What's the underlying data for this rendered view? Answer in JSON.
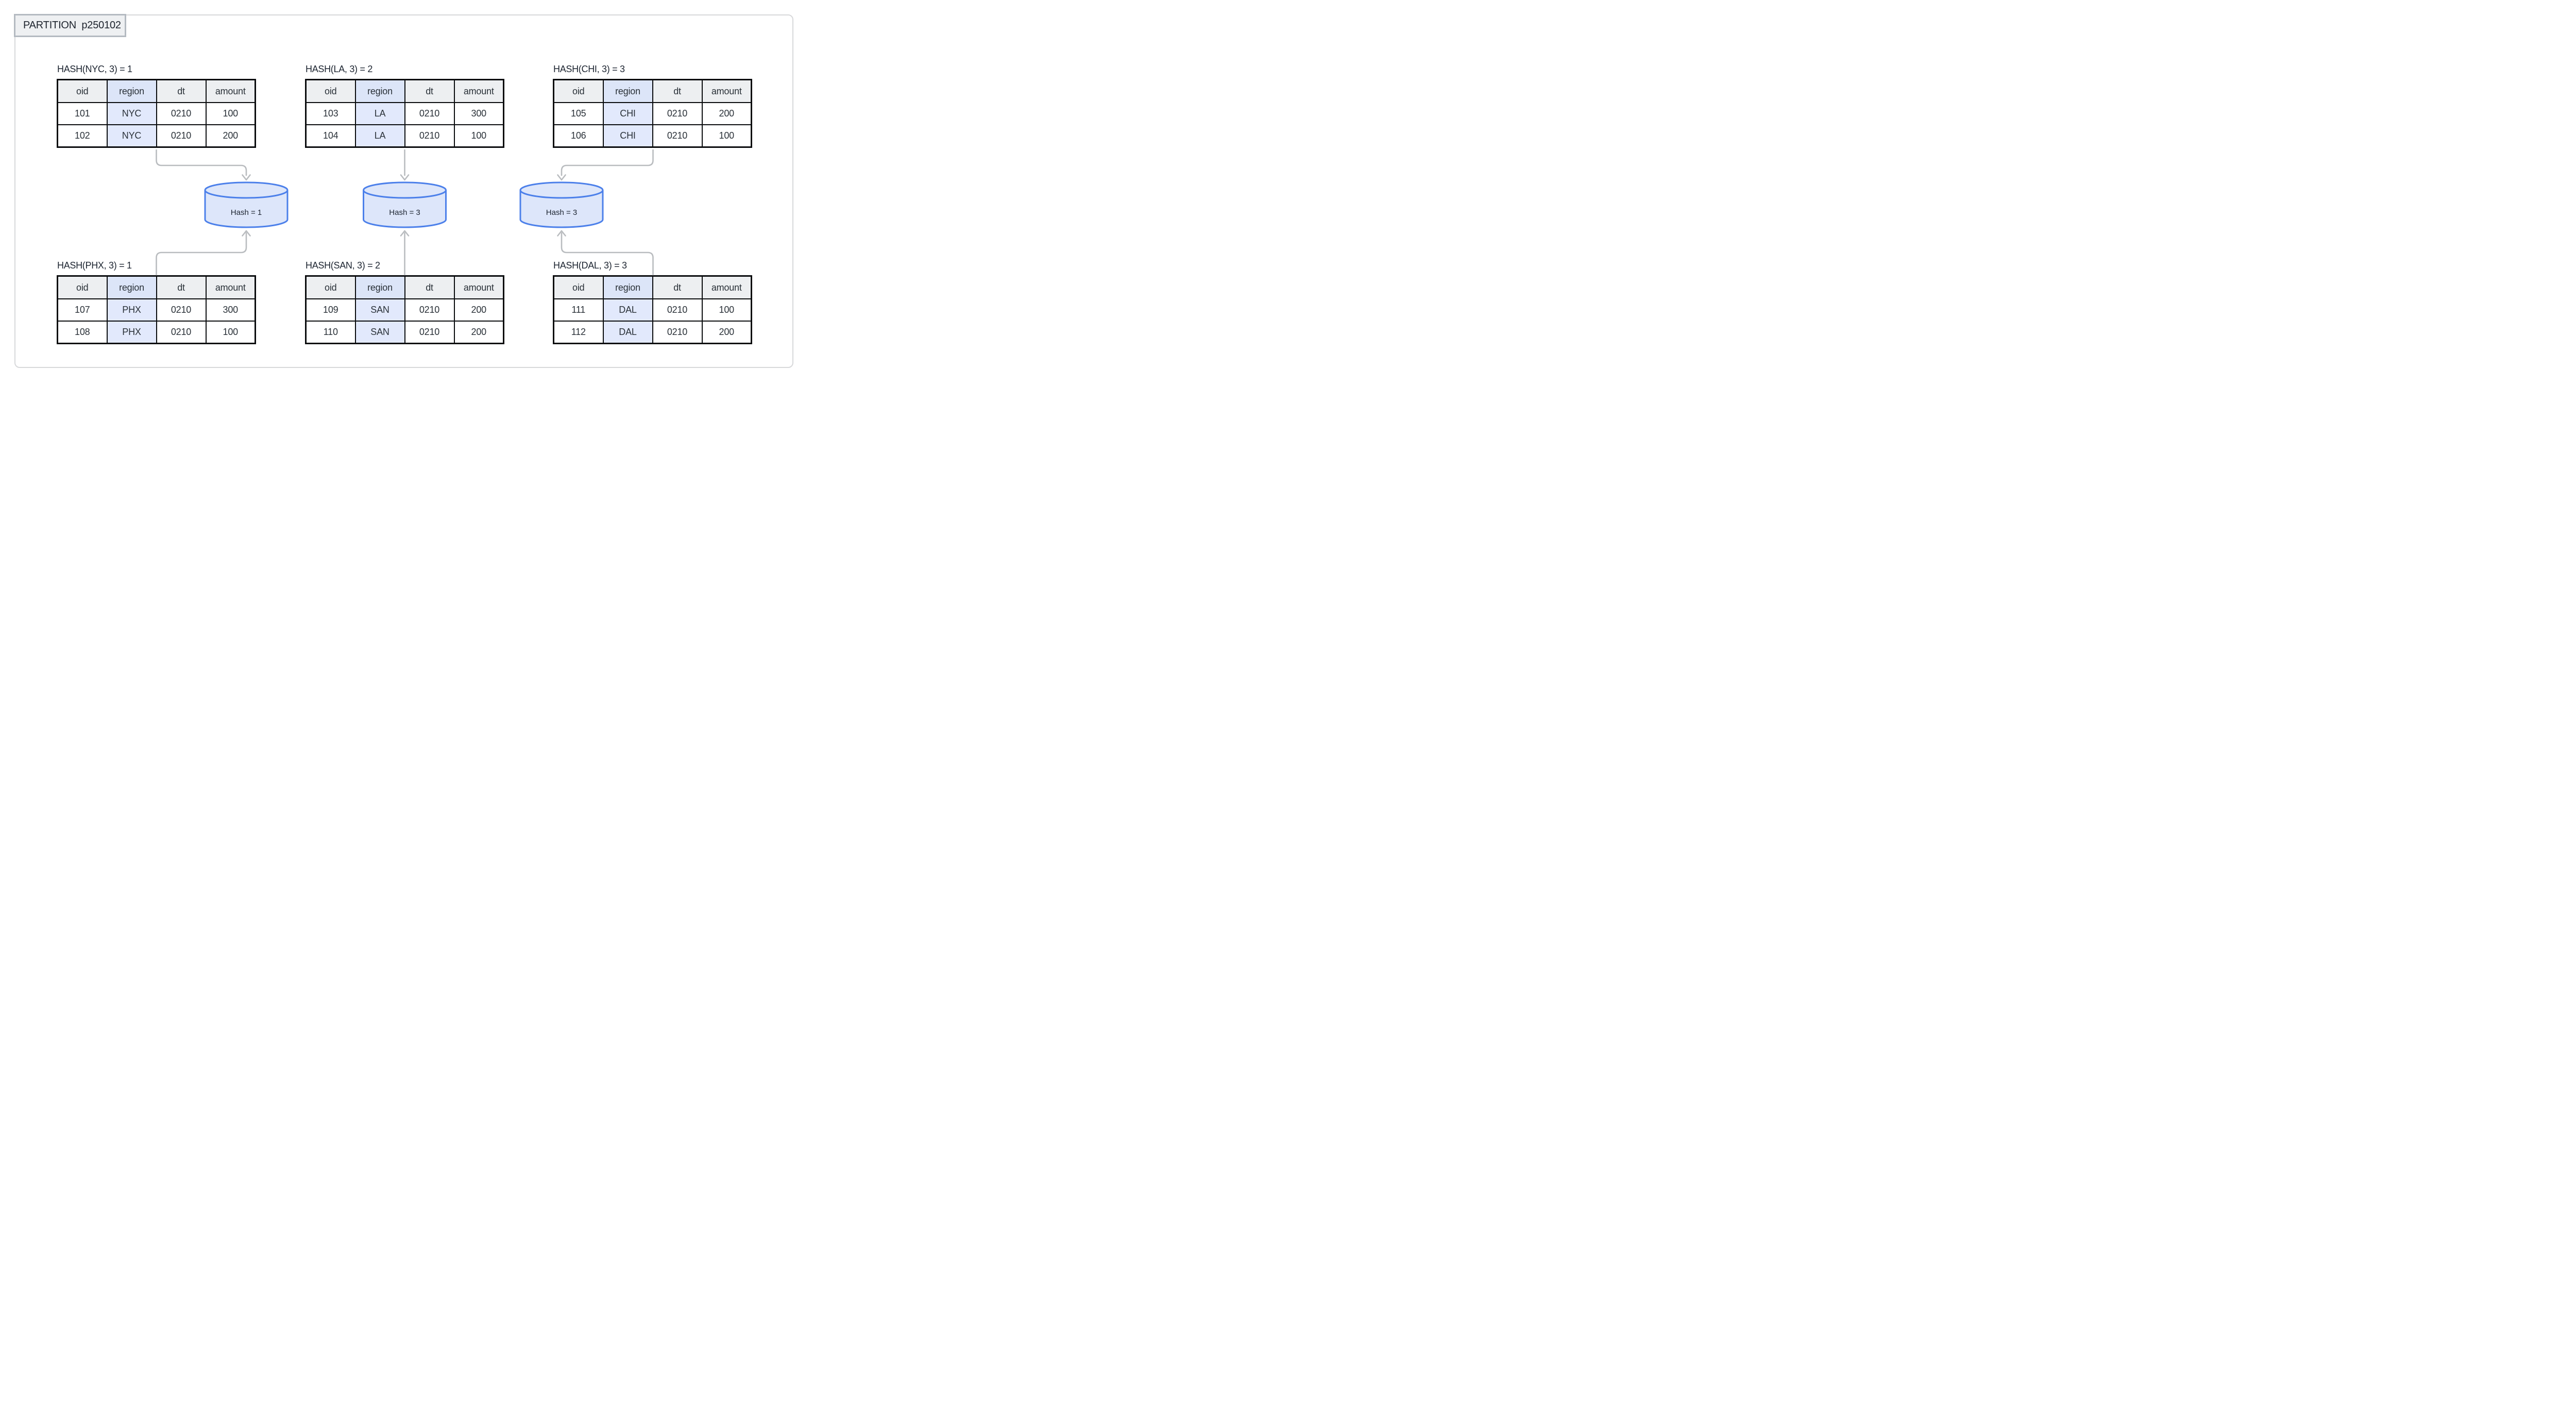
{
  "partition": {
    "label": "PARTITION p250102"
  },
  "columns": [
    "oid",
    "region",
    "dt",
    "amount"
  ],
  "highlight_column": "region",
  "tables": [
    {
      "id": "nyc",
      "title": "HASH(NYC, 3) = 1",
      "rows": [
        [
          "101",
          "NYC",
          "0210",
          "100"
        ],
        [
          "102",
          "NYC",
          "0210",
          "200"
        ]
      ]
    },
    {
      "id": "la",
      "title": "HASH(LA, 3) = 2",
      "rows": [
        [
          "103",
          "LA",
          "0210",
          "300"
        ],
        [
          "104",
          "LA",
          "0210",
          "100"
        ]
      ]
    },
    {
      "id": "chi",
      "title": "HASH(CHI, 3) = 3",
      "rows": [
        [
          "105",
          "CHI",
          "0210",
          "200"
        ],
        [
          "106",
          "CHI",
          "0210",
          "100"
        ]
      ]
    },
    {
      "id": "phx",
      "title": "HASH(PHX, 3) = 1",
      "rows": [
        [
          "107",
          "PHX",
          "0210",
          "300"
        ],
        [
          "108",
          "PHX",
          "0210",
          "100"
        ]
      ]
    },
    {
      "id": "san",
      "title": "HASH(SAN, 3) = 2",
      "rows": [
        [
          "109",
          "SAN",
          "0210",
          "200"
        ],
        [
          "110",
          "SAN",
          "0210",
          "200"
        ]
      ]
    },
    {
      "id": "dal",
      "title": "HASH(DAL, 3) = 3",
      "rows": [
        [
          "111",
          "DAL",
          "0210",
          "100"
        ],
        [
          "112",
          "DAL",
          "0210",
          "200"
        ]
      ]
    }
  ],
  "cylinders": [
    {
      "label": "Hash = 1"
    },
    {
      "label": "Hash = 3"
    },
    {
      "label": "Hash = 3"
    }
  ],
  "colors": {
    "region_highlight_header": "#dce5f8",
    "region_highlight_cell": "#e2e9fc",
    "header_fill": "#edeff1",
    "table_border": "#0a0c0e",
    "cylinder_fill": "#dde6fa",
    "cylinder_stroke": "#4c80ea",
    "arrow": "#b9bcbf",
    "frame_border": "#d7d8da",
    "partition_fill": "#eef0f2",
    "partition_border": "#b4bac1"
  }
}
